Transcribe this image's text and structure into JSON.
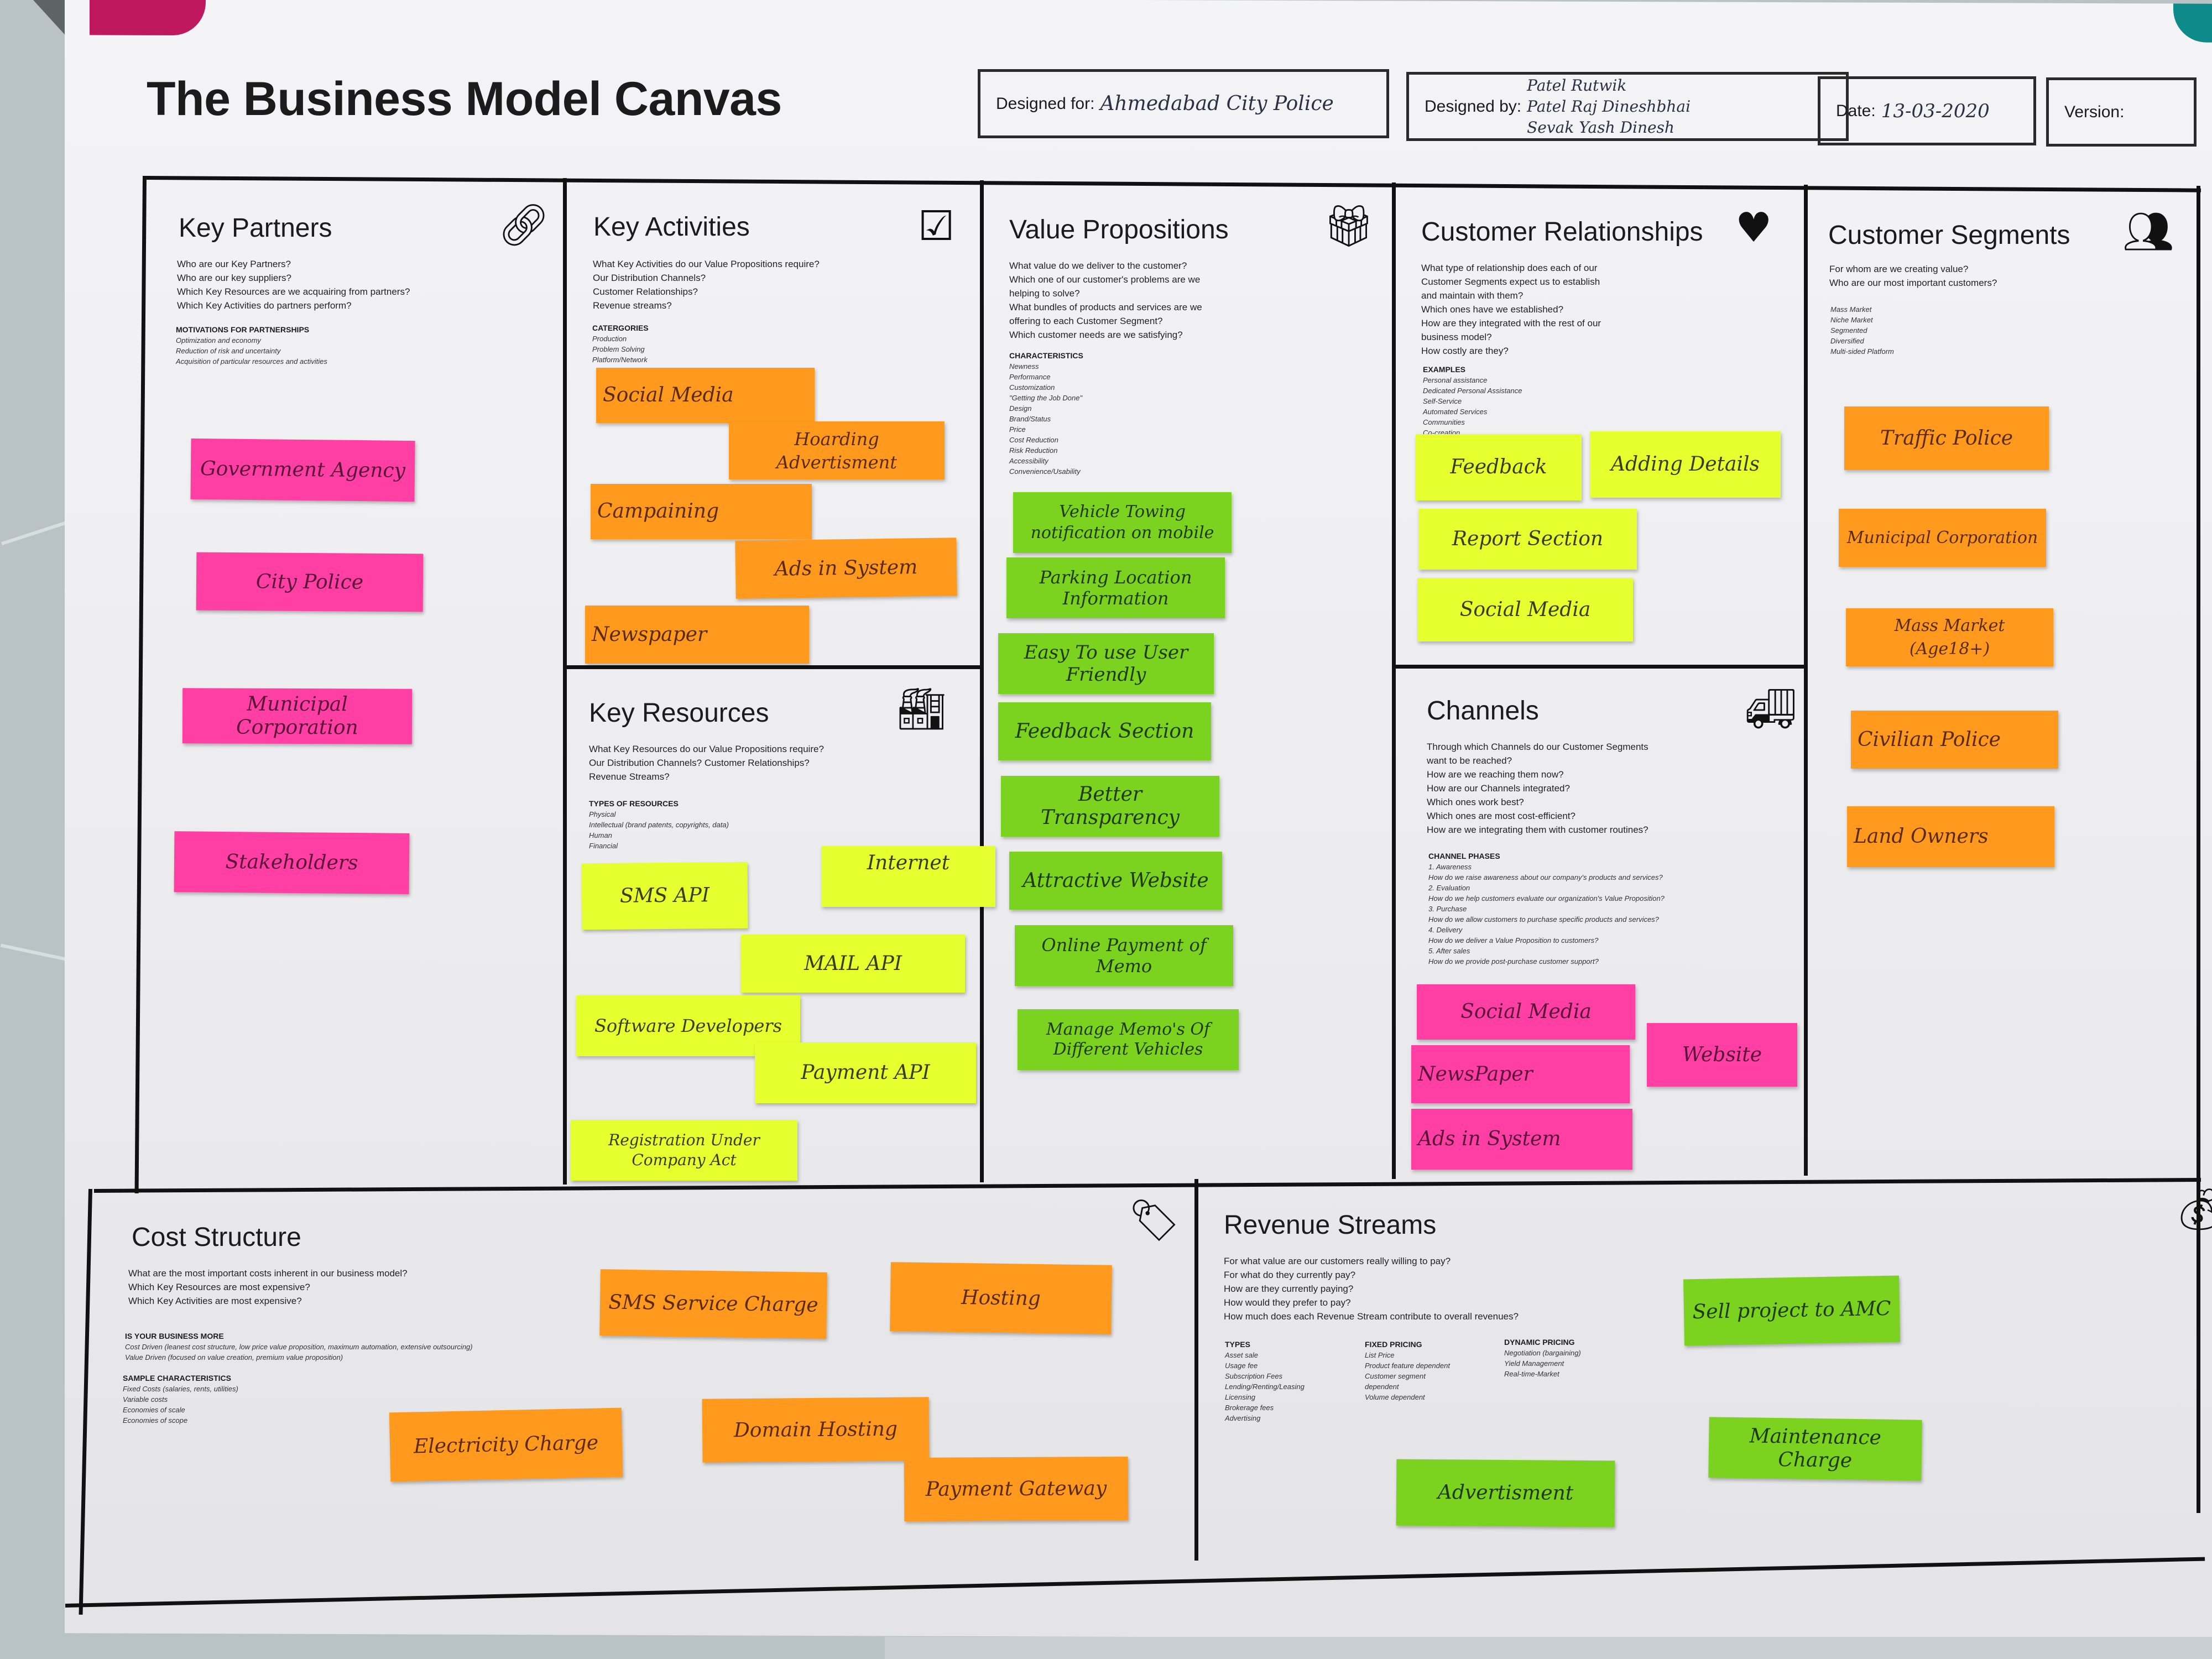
{
  "header": {
    "title": "The Business Model Canvas",
    "designed_for_label": "Designed for:",
    "designed_for_value": "Ahmedabad City Police",
    "designed_by_label": "Designed by:",
    "designed_by_names": [
      "Patel Rutwik",
      "Patel Raj Dineshbhai",
      "Sevak Yash Dinesh"
    ],
    "date_label": "Date:",
    "date_value": "13-03-2020",
    "version_label": "Version:"
  },
  "sections": {
    "key_partners": {
      "title": "Key Partners",
      "icon": "link-icon",
      "questions": "Who are our Key Partners?\nWho are our key suppliers?\nWhich Key Resources are we acquairing from partners?\nWhich Key Activities do partners perform?",
      "subheading": "MOTIVATIONS FOR PARTNERSHIPS",
      "items": "Optimization and economy\nReduction of risk and uncertainty\nAcquisition of particular resources and activities"
    },
    "key_activities": {
      "title": "Key Activities",
      "icon": "checkbox-icon",
      "questions": "What Key Activities do our Value Propositions require?\nOur Distribution Channels?\nCustomer Relationships?\nRevenue streams?",
      "subheading": "CATERGORIES",
      "items": "Production\nProblem Solving\nPlatform/Network"
    },
    "key_resources": {
      "title": "Key Resources",
      "icon": "factory-icon",
      "questions": "What Key Resources do our Value Propositions require?\nOur Distribution Channels? Customer Relationships?\nRevenue Streams?",
      "subheading": "TYPES OF RESOURCES",
      "items": "Physical\nIntellectual (brand patents, copyrights, data)\nHuman\nFinancial"
    },
    "value_propositions": {
      "title": "Value Propositions",
      "icon": "gift-icon",
      "questions": "What value do we deliver to the customer?\nWhich one of our customer's problems are we\nhelping to solve?\nWhat bundles of products and services are we\noffering to each Customer Segment?\nWhich customer needs are we satisfying?",
      "subheading": "CHARACTERISTICS",
      "items": "Newness\nPerformance\nCustomization\n\"Getting the Job Done\"\nDesign\nBrand/Status\nPrice\nCost Reduction\nRisk Reduction\nAccessibility\nConvenience/Usability"
    },
    "customer_relationships": {
      "title": "Customer Relationships",
      "icon": "heart-icon",
      "questions": "What type of relationship does each of our\nCustomer Segments expect us to establish\nand maintain with them?\nWhich ones have we established?\nHow are they integrated with the rest of our\nbusiness model?\nHow costly are they?",
      "subheading": "EXAMPLES",
      "items": "Personal assistance\nDedicated Personal Assistance\nSelf-Service\nAutomated Services\nCommunities\nCo-creation"
    },
    "channels": {
      "title": "Channels",
      "icon": "truck-icon",
      "questions": "Through which Channels do our Customer Segments\nwant to be reached?\nHow are we reaching them now?\nHow are our Channels integrated?\nWhich ones work best?\nWhich ones are most cost-efficient?\nHow are we integrating them with customer routines?",
      "subheading": "CHANNEL PHASES",
      "items": "1. Awareness\n    How do we raise awareness about our company's products and services?\n2. Evaluation\n    How do we help customers evaluate our organization's Value Proposition?\n3. Purchase\n    How do we allow customers to purchase specific products and services?\n4. Delivery\n    How do we deliver a Value Proposition to customers?\n5. After sales\n    How do we provide post-purchase customer support?"
    },
    "customer_segments": {
      "title": "Customer Segments",
      "icon": "people-icon",
      "questions": "For whom are we creating value?\nWho are our most important customers?",
      "subheading": "",
      "items": "Mass Market\nNiche Market\nSegmented\nDiversified\nMulti-sided Platform"
    },
    "cost_structure": {
      "title": "Cost Structure",
      "icon": "tag-icon",
      "questions": "What are the most important costs inherent in our business model?\nWhich Key Resources are most expensive?\nWhich Key Activities are most expensive?",
      "subheading": "IS YOUR BUSINESS MORE",
      "items": "Cost Driven (leanest cost structure, low price value proposition, maximum automation, extensive outsourcing)\nValue Driven (focused on value creation, premium value proposition)",
      "subheading2": "SAMPLE CHARACTERISTICS",
      "items2": "Fixed Costs (salaries, rents, utilities)\nVariable costs\nEconomies of scale\nEconomies of scope"
    },
    "revenue_streams": {
      "title": "Revenue Streams",
      "icon": "money-bag-icon",
      "questions": "For what value are our customers really willing to pay?\nFor what do they currently pay?\nHow are they currently paying?\nHow would they prefer to pay?\nHow much does each Revenue Stream contribute to overall revenues?",
      "types_heading": "TYPES",
      "types_items": "Asset sale\nUsage fee\nSubscription Fees\nLending/Renting/Leasing\nLicensing\nBrokerage fees\nAdvertising",
      "fixed_heading": "FIXED PRICING",
      "fixed_items": "List Price\nProduct feature dependent\nCustomer segment\ndependent\nVolume dependent",
      "dynamic_heading": "DYNAMIC PRICING",
      "dynamic_items": "Negotiation (bargaining)\nYield Management\nReal-time-Market"
    }
  },
  "notes": {
    "key_partners": [
      "Government Agency",
      "City Police",
      "Municipal Corporation",
      "Stakeholders"
    ],
    "key_activities": [
      "Social Media",
      "Hoarding Advertisment",
      "Campaining",
      "Ads in System",
      "Newspaper"
    ],
    "key_resources": [
      "SMS API",
      "Internet",
      "MAIL API",
      "Software Developers",
      "Payment API",
      "Registration Under Company Act"
    ],
    "value_propositions": [
      "Vehicle Towing notification on mobile",
      "Parking Location Information",
      "Easy To use User Friendly",
      "Feedback Section",
      "Better Transparency",
      "Attractive Website",
      "Online Payment of Memo",
      "Manage Memo's Of Different Vehicles"
    ],
    "customer_relationships": [
      "Feedback",
      "Adding Details",
      "Report Section",
      "Social Media"
    ],
    "channels": [
      "Social Media",
      "Website",
      "NewsPaper",
      "Ads in System"
    ],
    "customer_segments": [
      "Traffic Police",
      "Municipal Corporation",
      "Mass Market (Age18+)",
      "Civilian Police",
      "Land Owners"
    ],
    "cost_structure": [
      "SMS Service Charge",
      "Hosting",
      "Electricity Charge",
      "Domain Hosting",
      "Payment Gateway"
    ],
    "revenue_streams": [
      "Sell project to AMC",
      "Maintenance Charge",
      "Advertisment"
    ]
  },
  "colors": {
    "pink": "#ff3fa4",
    "orange": "#ff9a1f",
    "yellow": "#e6ff2f",
    "green": "#7cd31f",
    "paper": "#efeff1",
    "frame": "#111111"
  }
}
